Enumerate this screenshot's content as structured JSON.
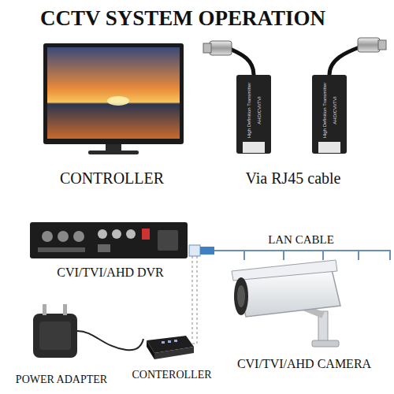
{
  "diagram": {
    "title": "CCTV SYSTEM OPERATION",
    "labels": [
      "CONTROLLER",
      "Via RJ45 cable",
      "High Definition Transmitter",
      "AHD/CVI/TVI",
      "High Definition Transmitter",
      "AHD/CVI/TVI",
      "LAN CABLE",
      "CVI/TVI/AHD DVR",
      "CVI/TVI/AHD CAMERA",
      "POWER ADAPTER",
      "CONTEROLLER"
    ]
  }
}
